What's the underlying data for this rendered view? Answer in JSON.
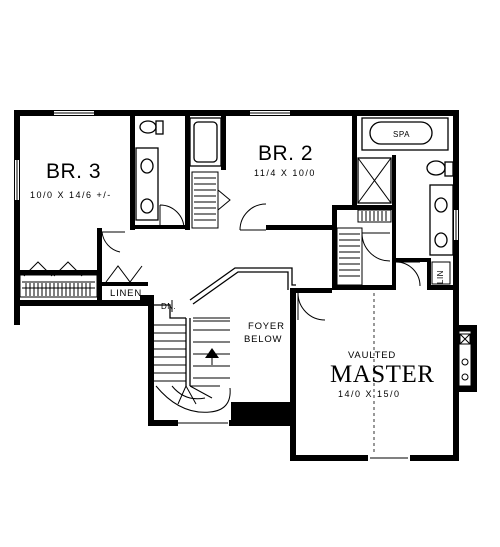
{
  "rooms": {
    "br3": {
      "name": "BR. 3",
      "dims": "10/0 X 14/6 +/-"
    },
    "br2": {
      "name": "BR. 2",
      "dims": "11/4 X 10/0"
    },
    "master": {
      "prefix": "VAULTED",
      "name": "MASTER",
      "dims": "14/0 X 15/0"
    }
  },
  "labels": {
    "spa": "SPA",
    "linen": "LINEN",
    "lin": "LIN",
    "dn": "DN.",
    "foyer_line1": "FOYER",
    "foyer_line2": "BELOW"
  }
}
